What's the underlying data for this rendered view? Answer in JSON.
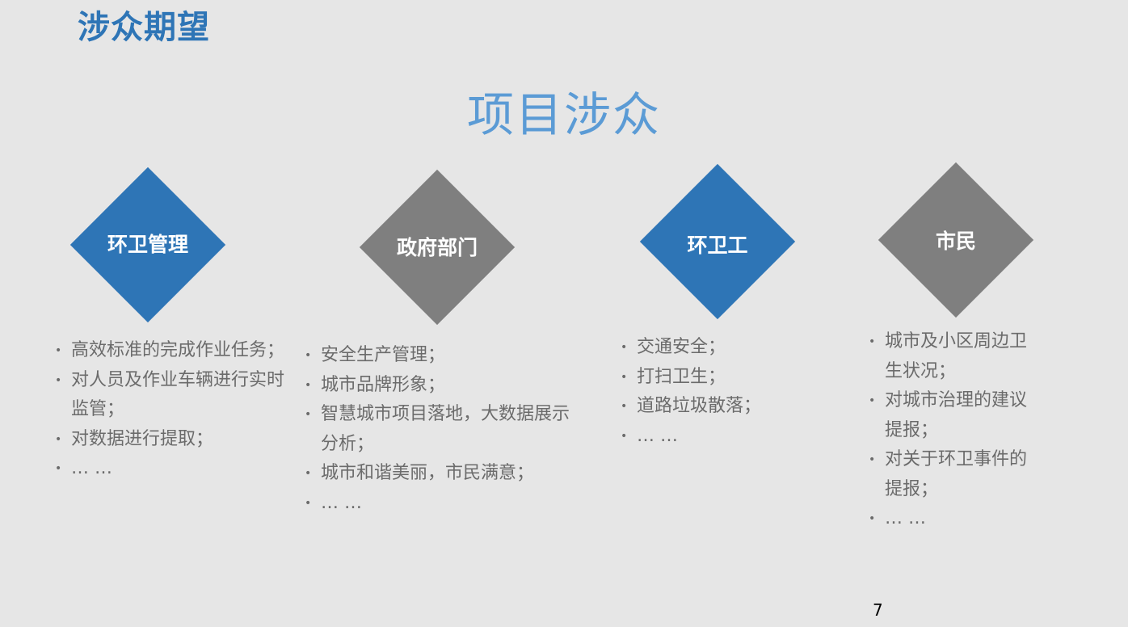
{
  "slide": {
    "title": "涉众期望",
    "heading": "项目涉众",
    "page_number": "7"
  },
  "colors": {
    "title_blue": "#2e75b6",
    "heading_blue": "#5b9bd5",
    "diamond_blue": "#2e75b6",
    "diamond_gray": "#7f7f7f",
    "bullet_text": "#6b6b6b",
    "background": "#e6e6e6"
  },
  "stakeholders": [
    {
      "label": "环卫管理",
      "color": "blue",
      "bullets": [
        "高效标准的完成作业任务；",
        "对人员及作业车辆进行实时监管；",
        "对数据进行提取；",
        "… …"
      ]
    },
    {
      "label": "政府部门",
      "color": "gray",
      "bullets": [
        "安全生产管理；",
        "城市品牌形象；",
        "智慧城市项目落地，大数据展示分析；",
        "城市和谐美丽，市民满意；",
        "… …"
      ]
    },
    {
      "label": "环卫工",
      "color": "blue",
      "bullets": [
        "交通安全；",
        "打扫卫生；",
        "道路垃圾散落；",
        "… …"
      ]
    },
    {
      "label": "市民",
      "color": "gray",
      "bullets": [
        "城市及小区周边卫生状况；",
        "对城市治理的建议提报；",
        "对关于环卫事件的提报；",
        "… …"
      ]
    }
  ]
}
